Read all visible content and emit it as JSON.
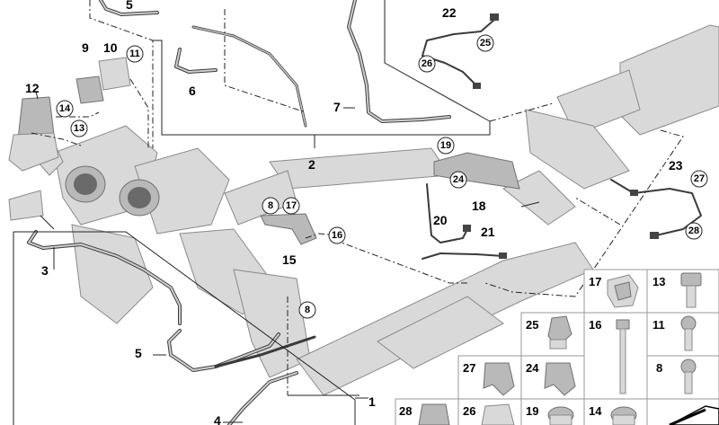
{
  "diagram": {
    "callouts": {
      "p1": "1",
      "p2": "2",
      "p3": "3",
      "p4": "4",
      "p5a": "5",
      "p5b": "5",
      "p6": "6",
      "p7": "7",
      "p9": "9",
      "p10": "10",
      "p12": "12",
      "p15": "15",
      "p18": "18",
      "p20": "20",
      "p21": "21",
      "p22": "22",
      "p23": "23"
    },
    "circles": {
      "c8a": "8",
      "c8b": "8",
      "c11": "11",
      "c13": "13",
      "c14": "14",
      "c16": "16",
      "c17": "17",
      "c19": "19",
      "c24": "24",
      "c25": "25",
      "c26": "26",
      "c27": "27",
      "c28": "28"
    },
    "grid": {
      "g17": "17",
      "g13": "13",
      "g25": "25",
      "g16": "16",
      "g11": "11",
      "g27": "27",
      "g24": "24",
      "g8": "8",
      "g28": "28",
      "g26": "26",
      "g19": "19",
      "g14": "14"
    }
  }
}
